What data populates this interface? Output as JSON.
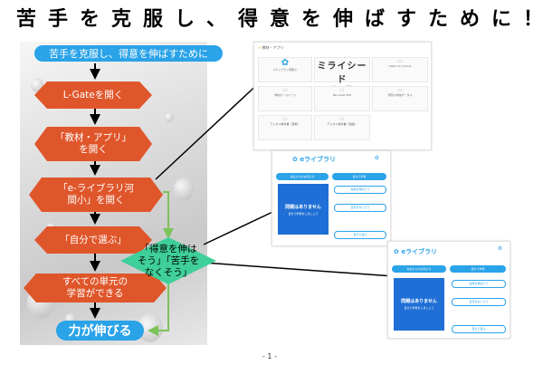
{
  "title": "苦手を克服し、得意を伸ばすために！",
  "flow": {
    "start": "苦手を克服し、得意を伸ばすために",
    "steps": [
      "L-Gateを開く",
      "「教材・アプリ」\nを開く",
      "「e-ライブラリ河\n間小」を開く",
      "「自分で選ぶ」",
      "すべての単元の\n学習ができる"
    ],
    "decision": "「得意を伸は\nそう」「苦手を\nなくそう」",
    "end": "力が伸びる"
  },
  "shot1": {
    "header": "教材・アプリ",
    "brand": "ミライシード",
    "tiles": [
      "eライブラリ河間小",
      "ミライシード河間小",
      "Hello! for School",
      "学校ホームページ",
      "Microsoft 365",
      "河間小学校ポータル",
      "デジタル教科書（算数）",
      "デジタル教科書（国語）"
    ]
  },
  "shot2": {
    "logo": "eライブラリ",
    "tab_left": "先生からのお知らせ",
    "tab_right": "自分で学習",
    "no_task": "問題はありません",
    "no_task_sub": "自分で学習をしましょう",
    "btn1": "得意を伸ばそう",
    "btn2": "苦手をなくそう",
    "btn3": "自分で選ぶ"
  },
  "shot3": {
    "logo": "eライブラリ",
    "tab_left": "先生からのお知らせ",
    "tab_right": "自分で学習",
    "no_task": "問題はありません",
    "no_task_sub": "自分で学習をしましょう",
    "btn1": "得意を伸ばそう",
    "btn2": "苦手をなくそう",
    "btn3": "自分で選ぶ"
  },
  "page_number": "- 1 -"
}
